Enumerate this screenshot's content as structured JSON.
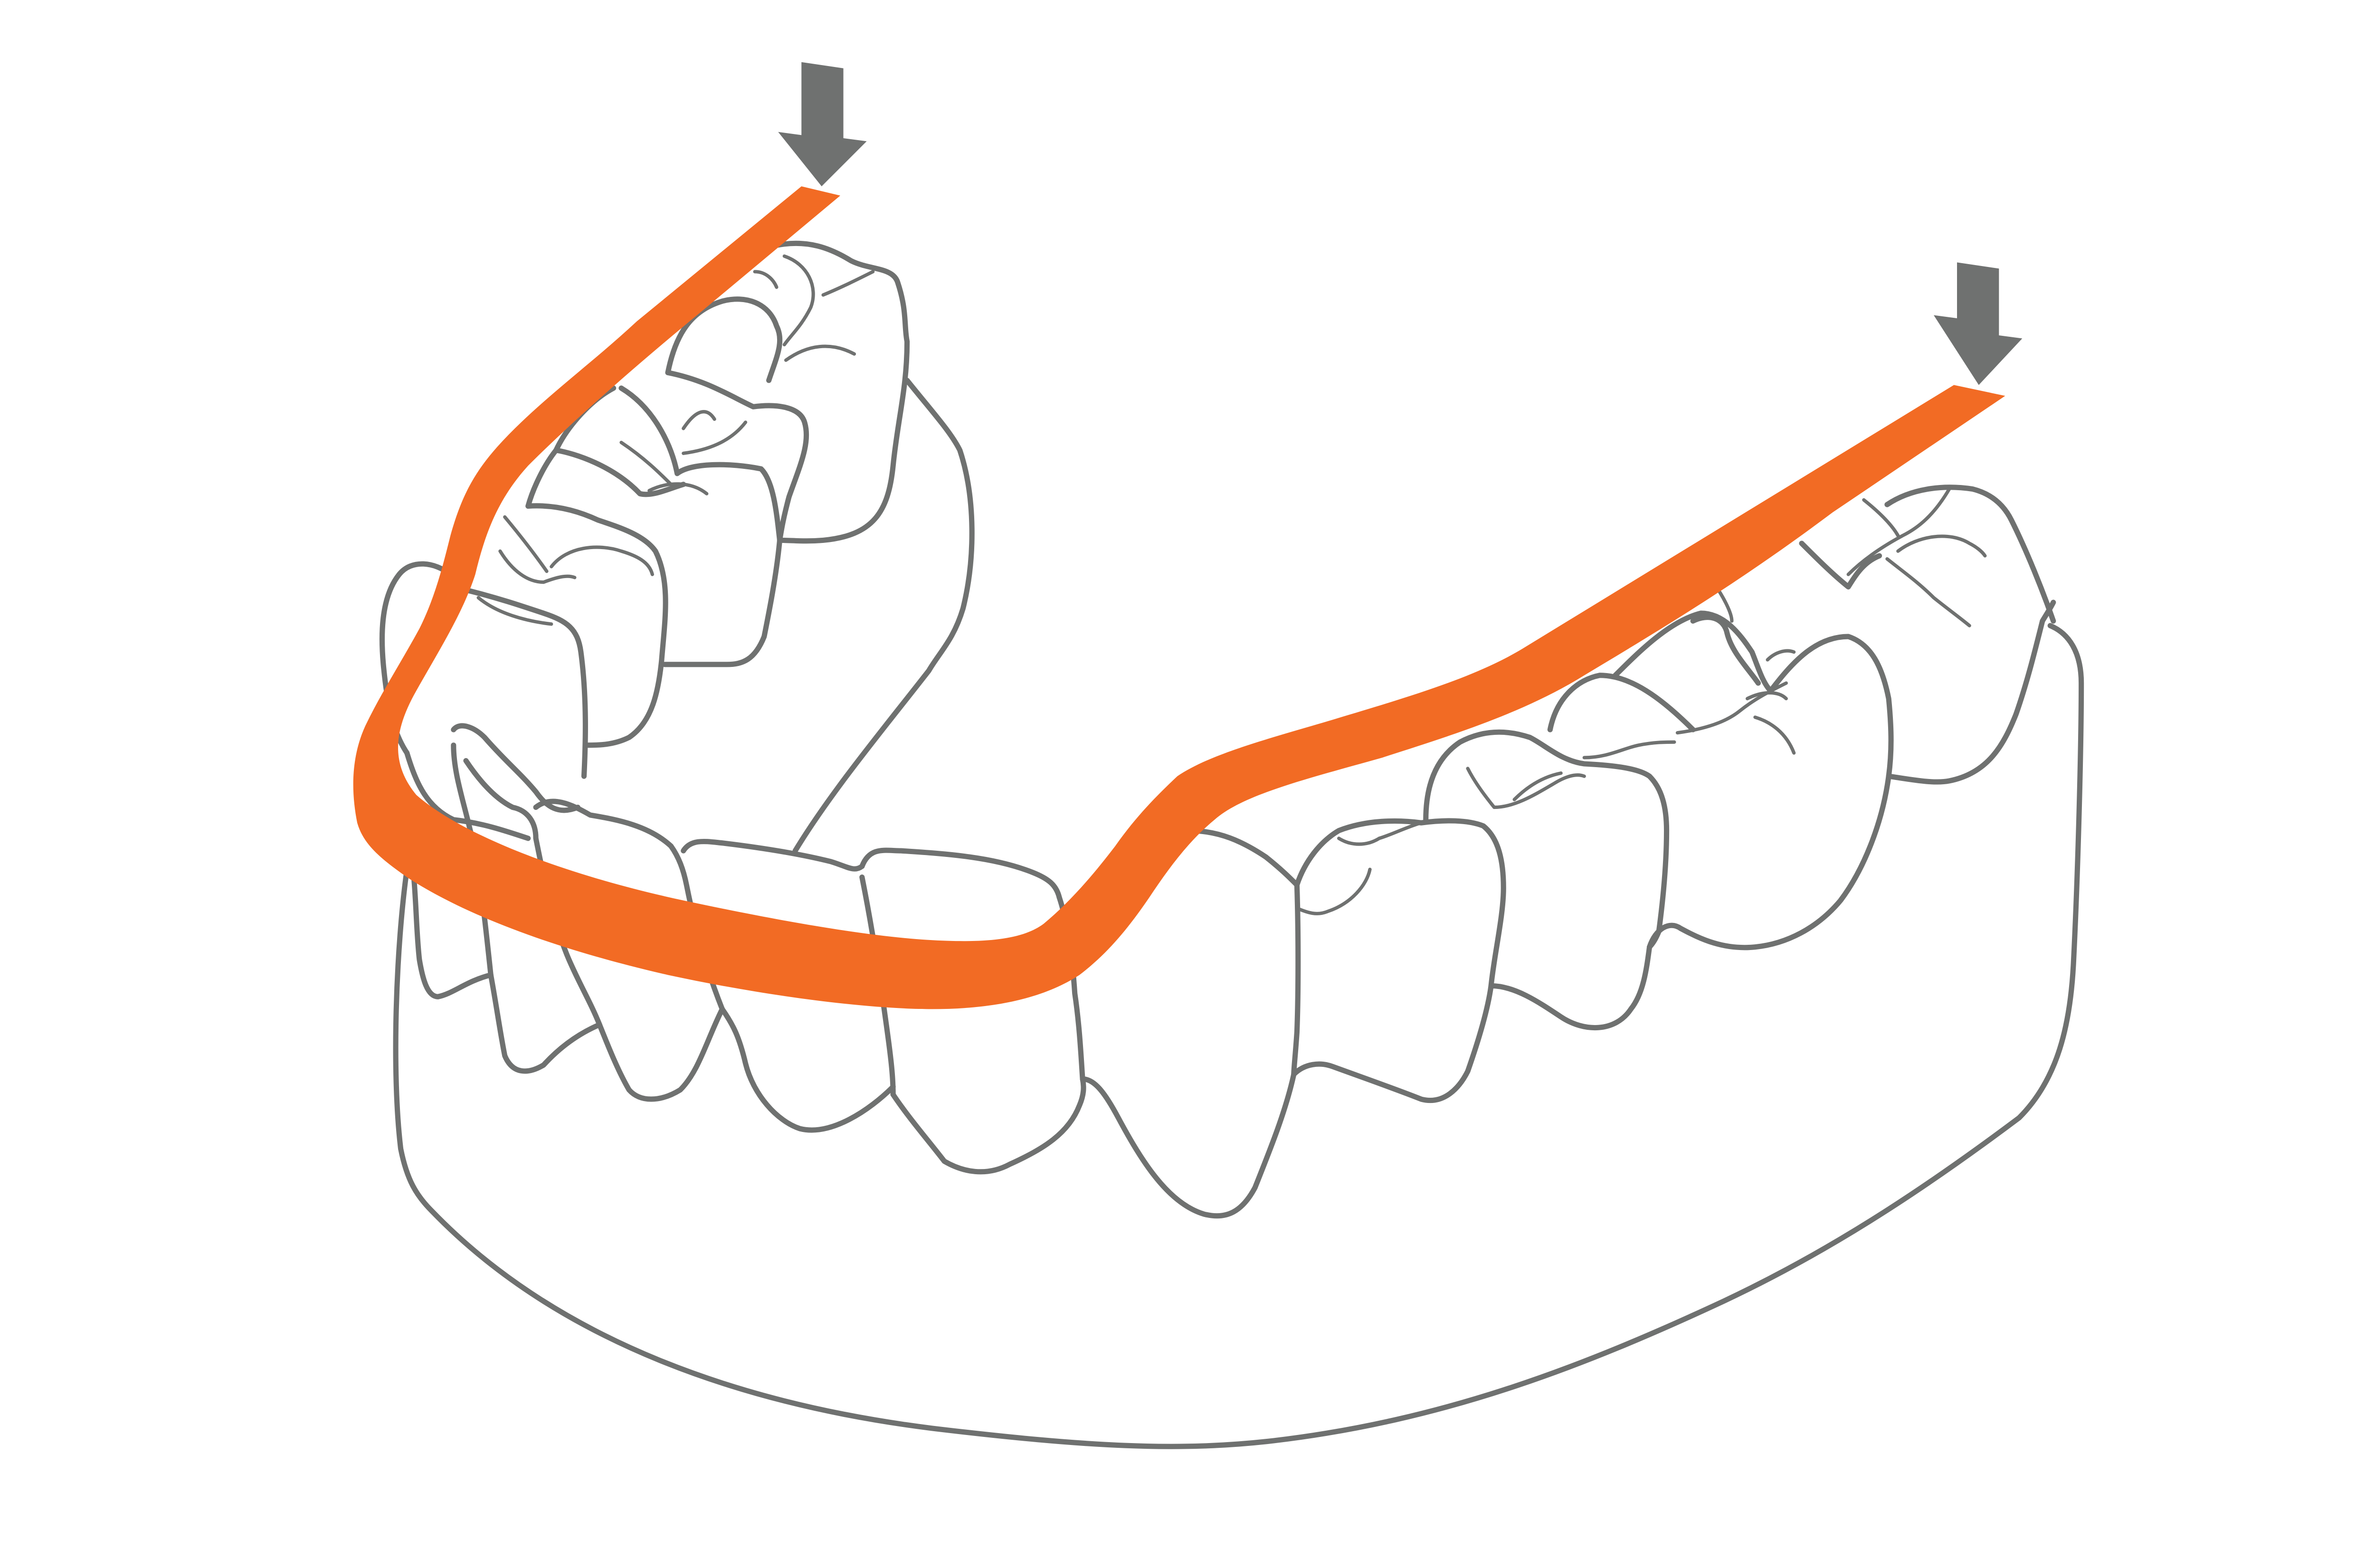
{
  "figure": {
    "description": "Line illustration of a lower dental arch (mandibular teeth and gum) with an orange wire/splint band laid over the occlusal surfaces, and two gray downward arrows pressing on the band ends",
    "colors": {
      "background": "#ffffff",
      "outline": "#6f7170",
      "band": "#f26b24",
      "arrow": "#6f7170"
    },
    "elements": {
      "arrow_left": {
        "icon": "down-arrow-icon",
        "direction": "down"
      },
      "arrow_right": {
        "icon": "down-arrow-icon",
        "direction": "down"
      },
      "band": {
        "label": ""
      },
      "arch": {
        "label": ""
      }
    },
    "text": []
  }
}
